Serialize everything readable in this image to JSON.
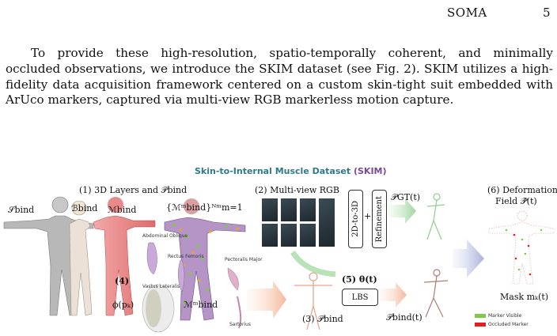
{
  "header": {
    "title": "SOMA",
    "page_number": "5"
  },
  "paragraph": "To provide these high-resolution, spatio-temporally coherent, and minimally occluded observations, we introduce the SKIM dataset (see Fig. 2). SKIM utilizes a high-fidelity data acquisition framework centered on a custom skin-tight suit embedded with ArUco markers, captured via multi-view RGB markerless motion capture.",
  "figure": {
    "title_colored": "Skin-to-Internal Muscle Dataset",
    "title_suffix": "(SKIM)",
    "sec1": "(1) 3D Layers and 𝒫bind",
    "s_bind": "𝒮bind",
    "b_bind": "ℬbind",
    "m_bind": "ℳbind",
    "m_set": "{ℳᵐbind}ᴺᵐm=1",
    "abdominal": "Abdominal Oblique",
    "rectus": "Rectus Femoris",
    "pectoralis": "Pectoralis Major",
    "vastus": "Vastus Lateralis",
    "sartorius": "Sartorius",
    "sec4": "(4)",
    "phi": "ϕ(pₖ)",
    "m_bind_m": "ℳᵐbind",
    "sec2": "(2) Multi-view RGB",
    "box_2d3d": "2D-to-3D",
    "box_refine": "Refinement",
    "plus": "+",
    "p_gt": "𝒫GT(t)",
    "sec5": "(5) θ(t)",
    "box_lbs": "LBS",
    "sec3": "(3) 𝒫bind",
    "p_bind_t": "𝒫bind(t)",
    "sec6_line1": "(6) Deformation",
    "sec6_line2": "Field 𝒫̂(t)",
    "mask": "Mask mₖ(t)",
    "legend_visible": "Marker Visible",
    "legend_occluded": "Occluded Marker",
    "colors": {
      "title": "#2f7a8a",
      "visible": "#7fc94a",
      "occluded": "#e02020",
      "skin": "#e47676",
      "flow_arrow": "#f6c8b0"
    }
  }
}
